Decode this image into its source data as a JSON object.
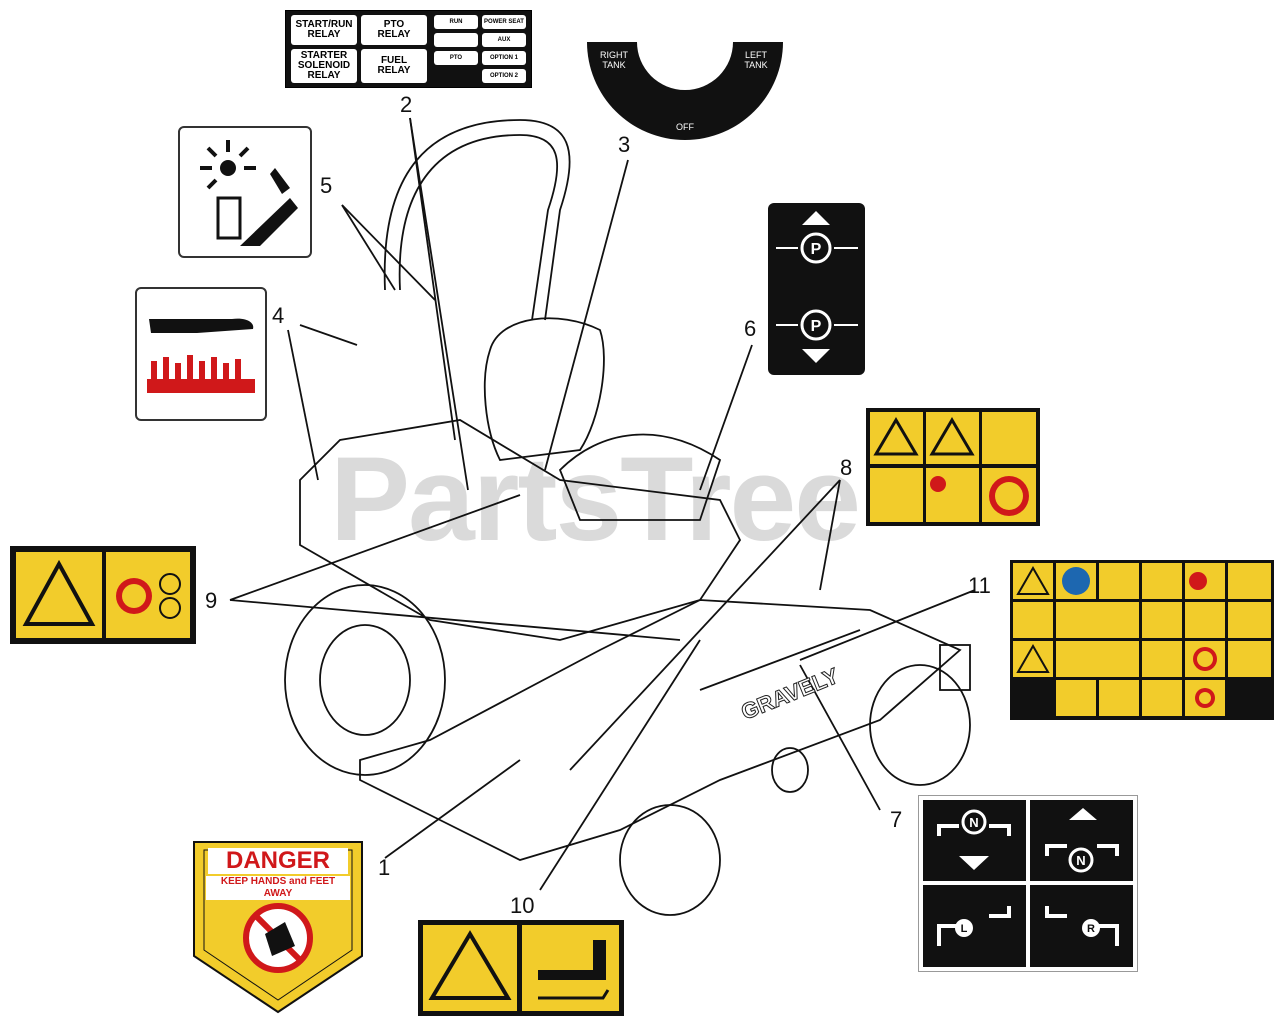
{
  "callouts": [
    "1",
    "2",
    "3",
    "4",
    "5",
    "6",
    "7",
    "8",
    "9",
    "10",
    "11"
  ],
  "relay_decal": {
    "start_run": "START/RUN\nRELAY",
    "pto_relay": "PTO\nRELAY",
    "starter_solenoid": "STARTER\nSOLENOID\nRELAY",
    "fuel_relay": "FUEL\nRELAY",
    "run": "RUN",
    "power_seat": "POWER SEAT",
    "pto": "PTO",
    "aux": "AUX",
    "option1": "OPTION 1",
    "option2": "OPTION 2"
  },
  "fuel_decal": {
    "right_tank": "RIGHT\nTANK",
    "left_tank": "LEFT\nTANK",
    "off": "OFF"
  },
  "danger_decal": {
    "title": "DANGER",
    "subtitle": "KEEP HANDS and FEET AWAY"
  },
  "deck_brand": "GRAVELY",
  "watermark": "PartsTree",
  "parking_decal": {
    "symbol": "P"
  },
  "steering_decal": {
    "neutral": "N",
    "left": "L",
    "right": "R"
  },
  "colors": {
    "warning_yellow": "#f2cc2b",
    "danger_red": "#d0181a",
    "ink": "#111111"
  }
}
